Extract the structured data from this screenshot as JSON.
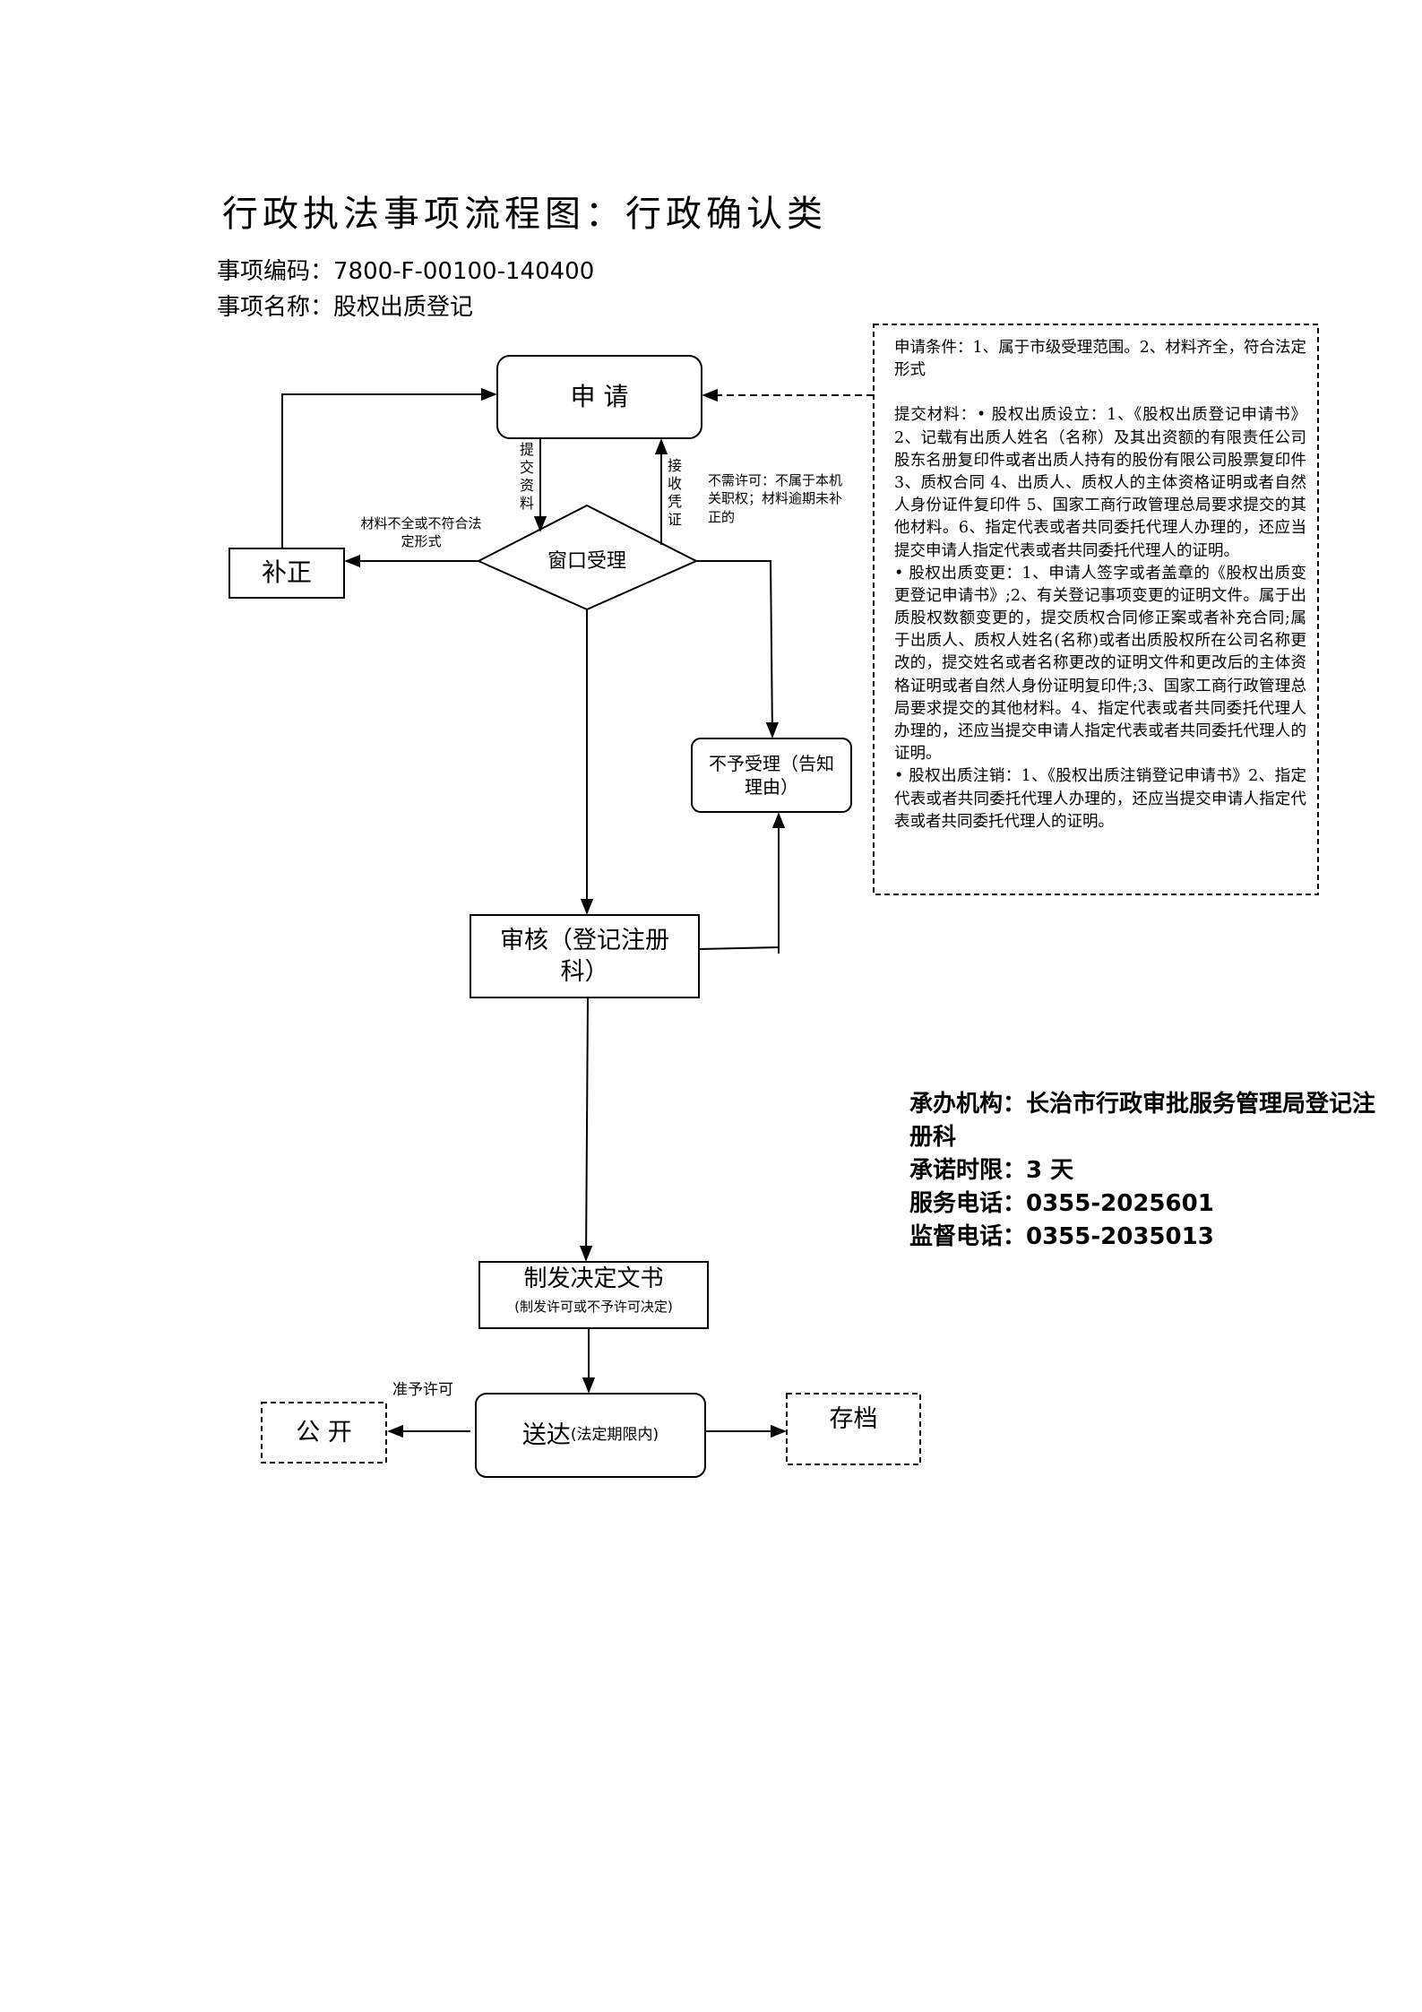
{
  "title": "行政执法事项流程图：行政确认类",
  "item_code": "事项编码：7800-F-00100-140400",
  "item_name": "事项名称：股权出质登记",
  "nodes": {
    "apply": "申 请",
    "correct": "补正",
    "window": "窗口受理",
    "reject": "不予受理（告知理由）",
    "review": "审核（登记注册科）",
    "decision_main": "制发决定文书",
    "decision_sub": "(制发许可或不予许可决定)",
    "public": "公 开",
    "deliver_main": "送达",
    "deliver_sub": "(法定期限内)",
    "archive": "存档"
  },
  "edge_labels": {
    "submit": "提交资料",
    "receipt": "接收凭证",
    "incomplete": "材料不全或不符合法定形式",
    "no_permit": "不需许可：不属于本机关职权；材料逾期未补正的",
    "grant": "准予许可"
  },
  "panel": {
    "conditions": "申请条件：1、属于市级受理范围。2、材料齐全，符合法定形式",
    "materials_intro": "提交材料：• 股权出质设立：1、《股权出质登记申请书》2、记载有出质人姓名（名称）及其出资额的有限责任公司股东名册复印件或者出质人持有的股份有限公司股票复印件 3、质权合同 4、出质人、质权人的主体资格证明或者自然人身份证件复印件 5、国家工商行政管理总局要求提交的其他材料。6、指定代表或者共同委托代理人办理的，还应当提交申请人指定代表或者共同委托代理人的证明。",
    "change": "• 股权出质变更：1、申请人签字或者盖章的《股权出质变更登记申请书》;2、有关登记事项变更的证明文件。属于出质股权数额变更的，提交质权合同修正案或者补充合同;属于出质人、质权人姓名(名称)或者出质股权所在公司名称更改的，提交姓名或者名称更改的证明文件和更改后的主体资格证明或者自然人身份证明复印件;3、国家工商行政管理总局要求提交的其他材料。4、指定代表或者共同委托代理人办理的，还应当提交申请人指定代表或者共同委托代理人的证明。",
    "cancel": "• 股权出质注销：1、《股权出质注销登记申请书》2、指定代表或者共同委托代理人办理的，还应当提交申请人指定代表或者共同委托代理人的证明。"
  },
  "info": {
    "agency": "承办机构：长治市行政审批服务管理局登记注册科",
    "time_limit": "承诺时限：3 天",
    "service_phone": "服务电话：0355-2025601",
    "supervision_phone": "监督电话：0355-2035013"
  }
}
